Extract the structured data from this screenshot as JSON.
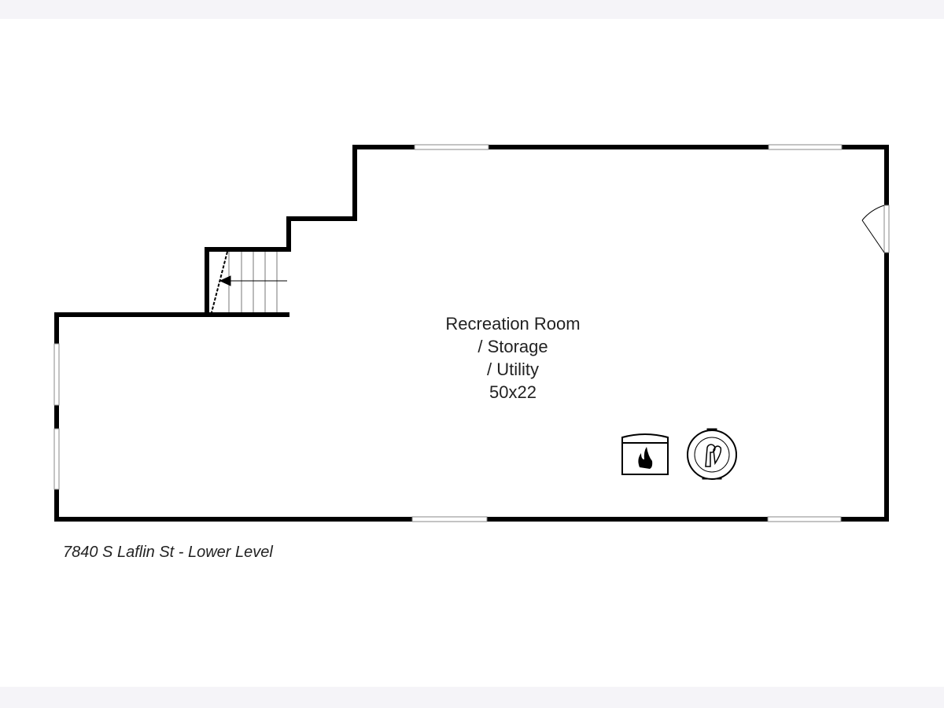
{
  "room": {
    "name_line1": "Recreation Room",
    "name_line2": "/ Storage",
    "name_line3": "/ Utility",
    "dimensions": "50x22"
  },
  "caption": "7840 S Laflin St - Lower Level",
  "symbols": [
    "stairs-icon",
    "door-icon",
    "fireplace-icon",
    "water-heater-icon"
  ]
}
